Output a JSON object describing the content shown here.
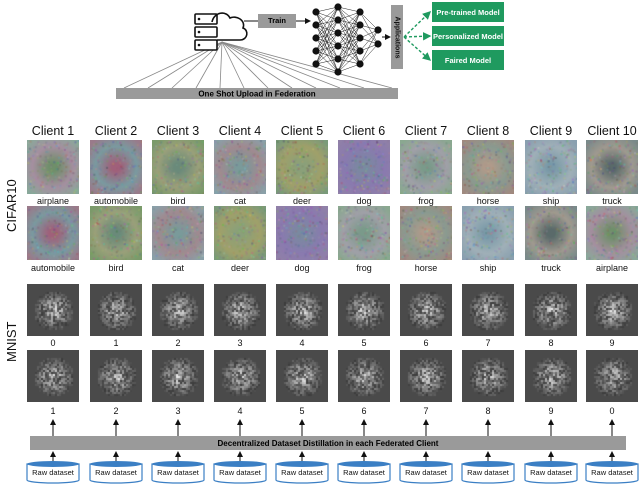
{
  "top": {
    "train_label": "Train",
    "applications_label": "Applications",
    "apps": [
      "Pre-trained Model",
      "Personalized Model",
      "Faired Model"
    ],
    "upload_label": "One Shot Upload in Federation"
  },
  "clients": [
    "Client 1",
    "Client 2",
    "Client 3",
    "Client 4",
    "Client 5",
    "Client 6",
    "Client 7",
    "Client 8",
    "Client 9",
    "Client 10"
  ],
  "rows": {
    "cifar_label": "CIFAR10",
    "mnist_label": "MNIST",
    "cifar_row1": [
      "airplane",
      "automobile",
      "bird",
      "cat",
      "deer",
      "dog",
      "frog",
      "horse",
      "ship",
      "truck"
    ],
    "cifar_row2": [
      "automobile",
      "bird",
      "cat",
      "deer",
      "dog",
      "frog",
      "horse",
      "ship",
      "truck",
      "airplane"
    ],
    "mnist_row1": [
      "0",
      "1",
      "2",
      "3",
      "4",
      "5",
      "6",
      "7",
      "8",
      "9"
    ],
    "mnist_row2": [
      "1",
      "2",
      "3",
      "4",
      "5",
      "6",
      "7",
      "8",
      "9",
      "0"
    ]
  },
  "bottom": {
    "distill_label": "Decentralized Dataset Distillation in each Federated Client",
    "raw_dataset_label": "Raw dataset"
  },
  "colors": {
    "bar_gray": "#9a9a9a",
    "app_green": "#1f9a5f",
    "cylinder_blue": "#3b7fc4"
  }
}
